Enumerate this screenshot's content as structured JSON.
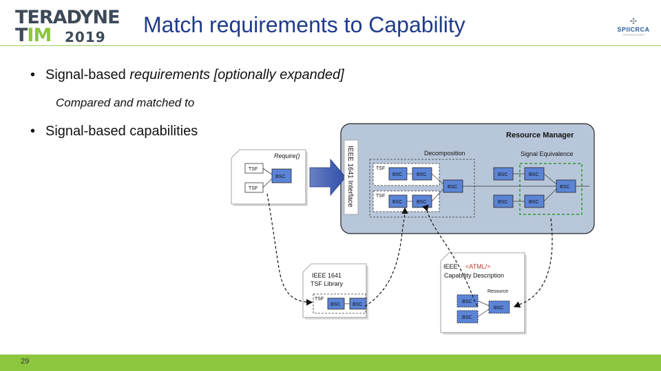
{
  "header": {
    "logo_line1": "TERADYNE",
    "logo_line2_a": "T",
    "logo_line2_b": "IM",
    "logo_year": "2019",
    "title": "Match requirements to Capability",
    "brand_name": "SPIICRCA",
    "brand_sub": "TECHNOLOGIES",
    "brand_mark": "✣"
  },
  "bullets": {
    "b1_plain": "Signal-based ",
    "b1_italic": "requirements [optionally expanded]",
    "sub": "Compared and matched to",
    "b2": "Signal-based capabilities",
    "bullet_char": "•"
  },
  "diagram": {
    "require_label": "Require()",
    "tsf1": "TSF",
    "tsf2": "TSF",
    "bsc_req": "BSC",
    "interface_label": "IEEE 1641 Interface",
    "rm_title": "Resource Manager",
    "decomposition": "Decomposition",
    "signal_equivalence": "Signal Equivalence",
    "rm_tsf_a": "TSF",
    "rm_tsf_b": "TSF",
    "bsc": "BSC",
    "lib_title_1": "IEEE 1641",
    "lib_title_2": "TSF Library",
    "lib_tsf": "TSF",
    "cap_ieee": "IEEE",
    "cap_atml": "<ATML/>",
    "cap_desc": "Capability Description",
    "cap_resource": "Resource"
  },
  "colors": {
    "title_blue": "#1f3b8c",
    "accent_green": "#8cc63f",
    "bsc_blue": "#5b84d6",
    "rm_bg": "#b8c6da"
  },
  "footer": {
    "page_number": "29"
  }
}
